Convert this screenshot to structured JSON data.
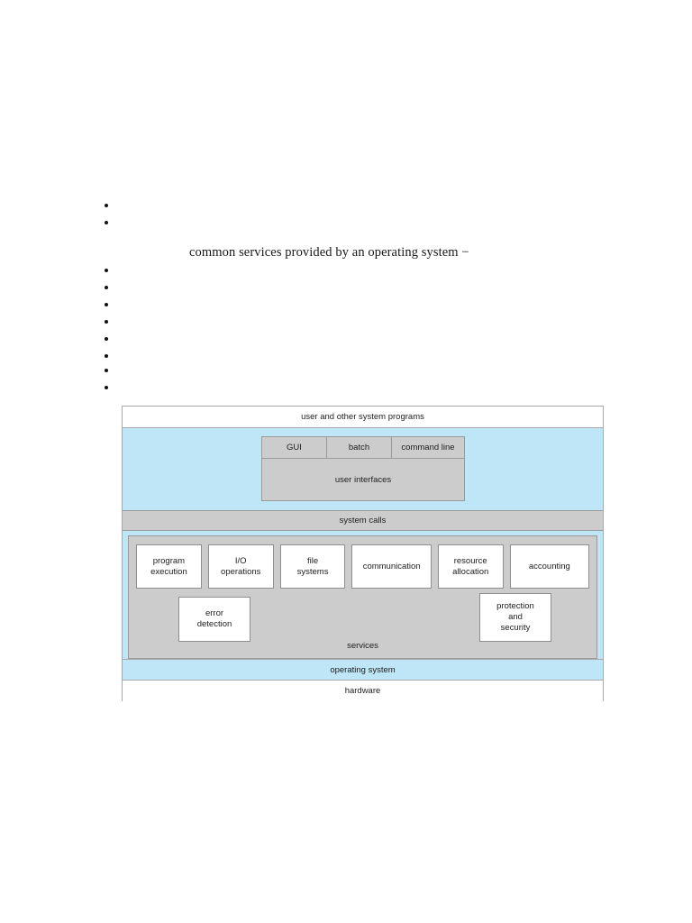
{
  "page": {
    "lead_line": "common services provided by an operating system −"
  },
  "bullets": {
    "top_group": [
      {
        "text": ""
      },
      {
        "text": ""
      }
    ],
    "bottom_group": [
      {
        "text": ""
      },
      {
        "text": ""
      },
      {
        "text": ""
      },
      {
        "text": ""
      },
      {
        "text": ""
      },
      {
        "text": ""
      },
      {
        "text": ""
      },
      {
        "text": ""
      }
    ]
  },
  "figure": {
    "top_band": "user and other system programs",
    "user_interfaces": {
      "modes": [
        "GUI",
        "batch",
        "command line"
      ],
      "caption": "user interfaces"
    },
    "system_calls": "system calls",
    "services": {
      "label": "services",
      "top_row": [
        "program\nexecution",
        "I/O\noperations",
        "file\nsystems",
        "communication",
        "resource\nallocation",
        "accounting"
      ],
      "error_detection": "error\ndetection",
      "protection_and_security": "protection\nand\nsecurity"
    },
    "operating_system": "operating system",
    "hardware": "hardware"
  },
  "colors": {
    "blue_band": "#bfe6f7",
    "gray_panel": "#cccccc",
    "border": "#9a9a9a",
    "box_fill": "#ffffff",
    "text": "#1d1d1d"
  }
}
